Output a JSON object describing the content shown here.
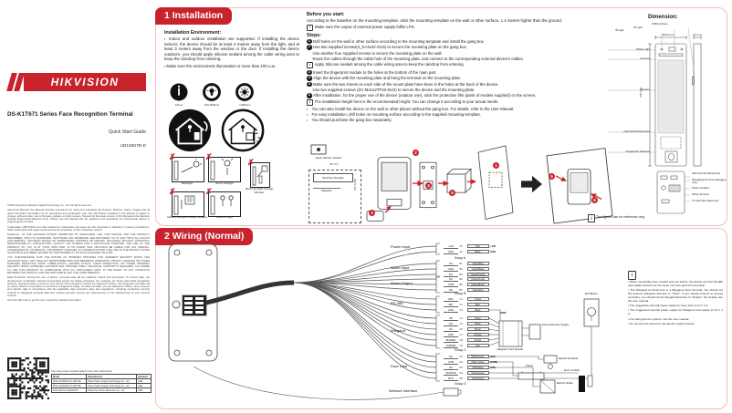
{
  "left": {
    "brand": "HIKVISION",
    "product": "DS-K1T671 Series Face Recognition Terminal",
    "subtitle": "Quick Start Guide",
    "doc_no": "UD15607B-D",
    "legal": [
      "©2020 Hangzhou Hikvision Digital Technology Co., Ltd. All rights reserved.",
      "About this Manual: The Manual includes instructions for using and managing the Product. Pictures, charts, images and all other information hereinafter are for description and explanation only. The information contained in the Manual is subject to change, without notice, due to firmware updates or other reasons. Please find the latest version of this Manual at the Hikvision website (https://www.hikvision.com/). Please use this Manual with the guidance and assistance of professionals trained in supporting the Product.",
      "Trademarks: HIKVISION and other Hikvision's trademarks and logos are the properties of Hikvision in various jurisdictions. Other trademarks and logos mentioned are the properties of their respective owners.",
      "Disclaimer: TO THE MAXIMUM EXTENT PERMITTED BY APPLICABLE LAW, THIS MANUAL AND THE PRODUCT DESCRIBED, WITH ITS HARDWARE, SOFTWARE AND FIRMWARE, ARE PROVIDED \"AS IS\" AND \"WITH ALL FAULTS AND ERRORS\". HIKVISION MAKES NO WARRANTIES, EXPRESS OR IMPLIED, INCLUDING WITHOUT LIMITATION, MERCHANTABILITY, SATISFACTORY QUALITY, OR FITNESS FOR A PARTICULAR PURPOSE. THE USE OF THE PRODUCT BY YOU IS AT YOUR OWN RISK. IN NO EVENT WILL HIKVISION BE LIABLE FOR ANY SPECIAL, CONSEQUENTIAL, INCIDENTAL, OR INDIRECT DAMAGES, IN CONNECTION WITH THE USE OF THE PRODUCT, EVEN IF HIKVISION HAS BEEN ADVISED OF THE POSSIBILITY OF SUCH DAMAGES OR LOSS.",
      "YOU ACKNOWLEDGE THAT THE NATURE OF INTERNET PROVIDES FOR INHERENT SECURITY RISKS, AND HIKVISION SHALL NOT TAKE ANY RESPONSIBILITIES FOR ABNORMAL OPERATION, PRIVACY LEAKAGE OR OTHER DAMAGES RESULTING FROM CYBER-ATTACK, HACKER ATTACK, VIRUS INSPECTION, OR OTHER INTERNET SECURITY RISKS; HOWEVER, HIKVISION WILL PROVIDE TIMELY TECHNICAL SUPPORT IF REQUIRED. YOU AGREE TO USE THIS PRODUCT IN COMPLIANCE WITH ALL APPLICABLE LAWS. IN THE EVENT OF ANY CONFLICTS BETWEEN THIS MANUAL AND THE APPLICABLE LAW, THE LATER PREVAILS.",
      "Data Protection: During the use of device, personal data will be collected, stored and processed. To protect data, the development of Hikvision devices incorporates privacy by design principles. For example, for device with facial recognition features, biometrics data is stored in your device with encryption method; for fingerprint device, only fingerprint template will be saved, which is impossible to reconstruct a fingerprint image. As data controller, you are advised to collect, store, process and transfer data in accordance with the applicable data protection laws and regulations, including conducting security controls to safeguard personal data and conduct periodic reviews and assessments of the effectiveness of your security controls.",
      "Scan the QR code to get the user manual for detailed information."
    ],
    "psu": {
      "caption": "Use only power supplies listed in the user instructions:",
      "headers": [
        "Model",
        "Manufacturer",
        "Standard"
      ],
      "rows": [
        {
          "m": "MSA-C1500IC12.0-18P-DE",
          "f": "Moso Power Supply Technology Co., Ltd",
          "s": "CEE"
        },
        {
          "m": "MSA-C2000IC12.0-24P-DE",
          "f": "Moso Power Supply Technology Co., Ltd",
          "s": "CEE"
        },
        {
          "m": "ADS-24S-12 1224GPCN",
          "f": "Shenzhen Honor Electronic Co., Ltd",
          "s": "CEE"
        }
      ]
    }
  },
  "install": {
    "header": "1 Installation",
    "env_title": "Installation Environment:",
    "env_bullets": [
      "Indoor and outdoor installation are supported. If installing the device indoors, the device should be at least 2 meters away from the light, and at least 3 meters away from the window or the door. If installing the device outdoors, you should apply silicone sealant among the cable wiring area to keep the raindrop from entering.",
      "Make sure the environment illumination is more than 100 Lux."
    ],
    "lux_labels": [
      "10Lux",
      "100~850Lux",
      ">1200Lux"
    ],
    "avoid_labels": [
      "Backlight",
      "Direct Sunlight",
      "Direct Sunlight through Window",
      "Indirect Sunlight through Window",
      "Close to Light"
    ],
    "before_title": "Before you start:",
    "before_text": "According to the baseline on the mounting template, stick the mounting template on the wall or other surface, 1.4 meters higher than the ground.",
    "note_lps": "Make sure the output of external power supply fulfils LPS.",
    "steps_title": "Steps:",
    "steps": [
      {
        "no": "1",
        "text": "Drill holes on the wall or other surface according to the mounting template and install the gang box."
      },
      {
        "no": "2",
        "text": "Use two supplied screws(4_KA4x22-SUS) to secure the mounting plate on the gang box."
      },
      {
        "ind": "",
        "text": "Use another four supplied screws to secure the mounting plate on the wall."
      },
      {
        "ind": "",
        "text": "Route the cables through the cable hole of the mounting plate, and connect to the corresponding external device's cables."
      },
      {
        "ic": "i",
        "text": "Apply Silicone sealant among the cable wiring area to keep the raindrop from entering."
      },
      {
        "no": "3",
        "text": "Insert the fingerprint module to the holes at the bottom of the main part."
      },
      {
        "no": "4",
        "text": "Align the device with the mounting plate and hang the terminal on the mounting plate."
      },
      {
        "no": "5",
        "text": "Make sure the two sheets on each side of the mount plate have been in the holes at the back of the device."
      },
      {
        "ind": "",
        "text": "Use two supplied screws (SC-M4x12TP10-SUS) to secure the device and the mounting plate."
      },
      {
        "no": "6",
        "text": "After installation, for the proper use of the device (outdoor use), stick the protection film (parts of models supplied) on the screen."
      },
      {
        "ic": "i",
        "text": "The installation height here is the recommended height. You can change it according to your actual needs."
      },
      {
        "b": "•",
        "text": "You can also install the device on the wall or other places without the gang box. For details, refer to the User Manual."
      },
      {
        "b": "•",
        "text": "For easy installation, drill holes on mounting surface according to the supplied mounting template."
      },
      {
        "b": "•",
        "text": "You should purchase the gang box separately."
      }
    ],
    "template": {
      "sealant": "Apply Silicone Sealant",
      "width": "87 mm",
      "plate": "Mounting Template",
      "baseline": "Baseline",
      "height": "206.5 mm"
    },
    "badges": [
      "1",
      "2",
      "3",
      "4",
      "5",
      "6"
    ]
  },
  "dimension": {
    "title": "Dimension:",
    "top_labels": [
      "IR Light",
      "IR Light",
      "USB Interface"
    ],
    "width": "116.5 mm",
    "depth": "23 mm",
    "height": "253 mm",
    "front_labels": [
      "White Light",
      "Camera",
      "Screen",
      "Card Presenting Area",
      "Fingerprint Scanner"
    ],
    "rear_labels": [
      "SIM Card Slot (Reserved)",
      "Debugging Port (For debugging only)",
      "Power Interface",
      "Wiring Terminal",
      "TF Card Slot (Reserved)"
    ],
    "figures_note": "The figures are for reference only."
  },
  "wiring": {
    "header": "2 Wiring (Normal)",
    "labels": {
      "power": "Power Input",
      "alarm_in": "Alarm Input",
      "alarm_out": "Alarm Output",
      "rs485": "RS-485",
      "wiegand": "Wiegand",
      "door_lock": "Door Lock",
      "network": "Network Interface"
    },
    "captions": {
      "a": "Group A",
      "b": "Group B",
      "c": "Group C",
      "d": "Group D"
    },
    "rows_power": [
      {
        "t": "+12V",
        "id": "A1",
        "c": "Red",
        "tag": "+12V"
      },
      {
        "t": "GND",
        "id": "A2",
        "c": "Black",
        "tag": "GND"
      }
    ],
    "rows_alarm_in": [
      {
        "t": "IN1",
        "id": "B1",
        "c": "Yellow/Blue"
      },
      {
        "t": "GND",
        "id": "B2",
        "c": "Yellow/Black"
      },
      {
        "t": "IN2",
        "id": "B3",
        "c": "Yellow/Orange"
      }
    ],
    "rows_alarm_out": [
      {
        "t": "NC",
        "id": "B4",
        "c": "Yellow/Purple"
      },
      {
        "t": "COM",
        "id": "B5",
        "c": "Yellow/Brown"
      },
      {
        "t": "NO",
        "id": "B6",
        "c": "Yellow/Red"
      }
    ],
    "rows_rs485": [
      {
        "t": "485+",
        "id": "C1",
        "c": "Yellow"
      },
      {
        "t": "485-",
        "id": "C2",
        "c": "Blue"
      },
      {
        "t": "GND",
        "id": "C3",
        "c": "Black"
      }
    ],
    "rows_wiegand": [
      {
        "t": "W0",
        "id": "C4",
        "c": "Green"
      },
      {
        "t": "W1",
        "id": "C5",
        "c": "White"
      },
      {
        "t": "OK",
        "id": "C6",
        "c": "Brown"
      },
      {
        "t": "ERR",
        "id": "C7",
        "c": "Orange"
      },
      {
        "t": "BUZZER",
        "id": "C8",
        "c": "Purple"
      },
      {
        "t": "TAMPER",
        "id": "C9",
        "c": "Gray"
      }
    ],
    "rows_door": [
      {
        "t": "NC",
        "id": "D1",
        "c": "White/Purple",
        "tag": "(NC)"
      },
      {
        "t": "COM",
        "id": "D2",
        "c": "White/Yellow",
        "tag": "(COM)"
      },
      {
        "t": "NO",
        "id": "D3",
        "c": "White/Red",
        "tag": "(NO)"
      },
      {
        "t": "SENSOR",
        "id": "D4",
        "c": "Yellow/Green"
      },
      {
        "t": "BTN",
        "id": "D5",
        "c": "Yellow/Gray"
      }
    ],
    "devices": {
      "gnd": "GND",
      "reader": "Wiegand Card Reader",
      "psu": "External Power Supply",
      "exit": "Exit Button",
      "dropbolt": "Electric Dropbolt",
      "power": "Power",
      "strike": "Electric Strike",
      "contact": "Door Contact"
    },
    "notes": [
      "When connecting door contact and exit button, the device and the RS-485 card reader should use the same common ground connection.",
      "The Wiegand terminal here is a Wiegand Input terminal. You should set the device's Wiegand direction to \"Input\". If you should connect to access controller, you should set the Wiegand direction to \"Output\". For details, see the user manual.",
      "The suggested external power supply for door lock is 12 V, 1 A.",
      "The suggested external power supply for Wiegand card reader is 12 V, 1 A.",
      "For wiring the fire system, see the user manual.",
      "Do not wire the device to the electric supply directly."
    ],
    "info_icon": "i"
  }
}
